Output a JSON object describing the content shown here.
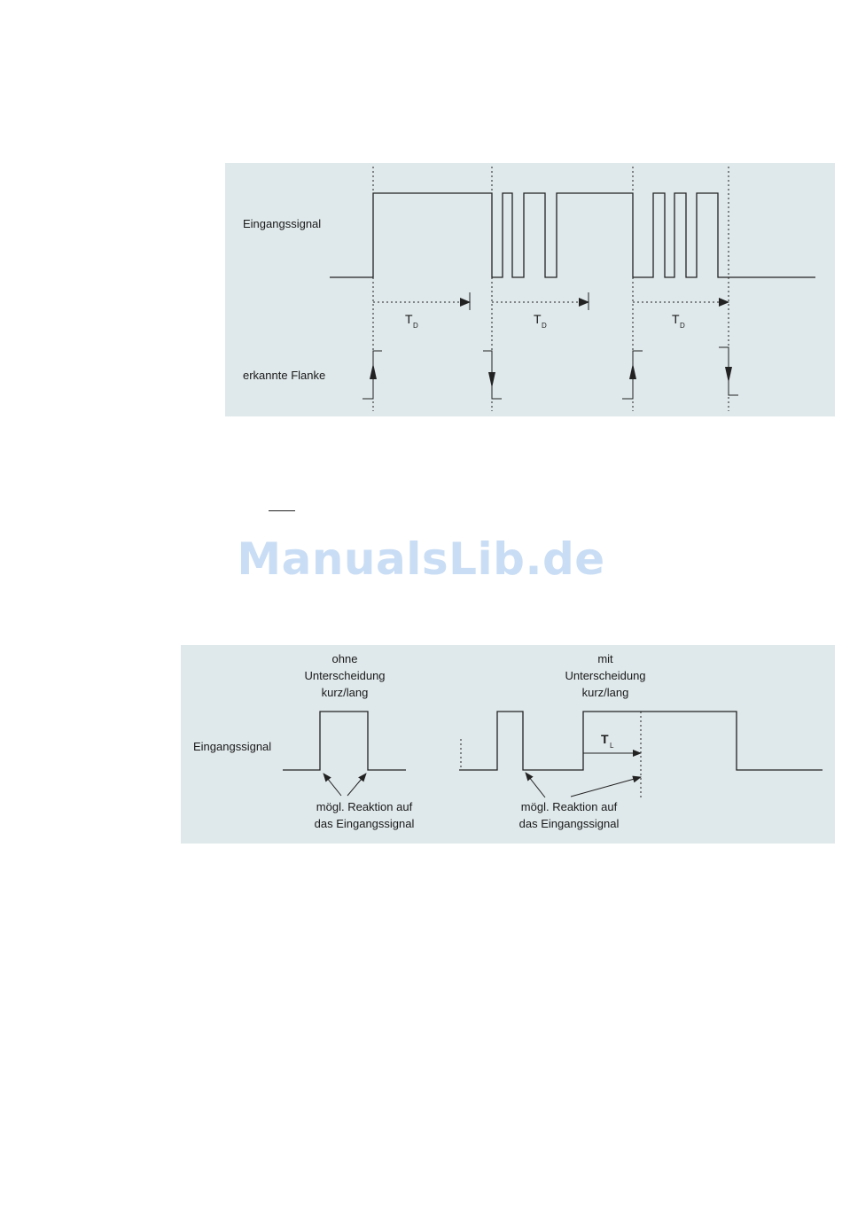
{
  "diagram1": {
    "label_input": "Eingangssignal",
    "label_edge": "erkannte Flanke",
    "t_symbol": "T",
    "t_subscript": "D",
    "t_labels_count": 3
  },
  "watermark": "ManualsLib.de",
  "diagram2": {
    "label_input": "Eingangssignal",
    "left_heading": [
      "ohne",
      "Unterscheidung",
      "kurz/lang"
    ],
    "right_heading": [
      "mit",
      "Unterscheidung",
      "kurz/lang"
    ],
    "reaction_left": [
      "mögl. Reaktion auf",
      "das Eingangssignal"
    ],
    "reaction_right": [
      "mögl. Reaktion auf",
      "das Eingangssignal"
    ],
    "t_symbol": "T",
    "t_subscript": "L"
  }
}
